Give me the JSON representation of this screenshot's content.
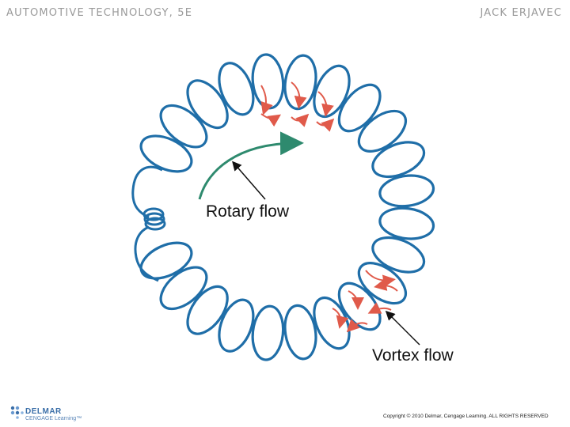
{
  "header": {
    "left_title": "AUTOMOTIVE TECHNOLOGY, 5E",
    "right_title": "JACK ERJAVEC"
  },
  "diagram": {
    "labels": {
      "rotary": "Rotary flow",
      "vortex": "Vortex flow"
    },
    "colors": {
      "coil": "#1f6ea8",
      "rotary_arrow": "#2e8a6e",
      "vortex_arrows": "#e05a4a",
      "pointer": "#111111"
    }
  },
  "footer": {
    "logo_name": "DELMAR",
    "logo_sub": "CENGAGE Learning™",
    "copyright": "Copyright © 2010 Delmar, Cengage Learning. ALL RIGHTS RESERVED"
  }
}
